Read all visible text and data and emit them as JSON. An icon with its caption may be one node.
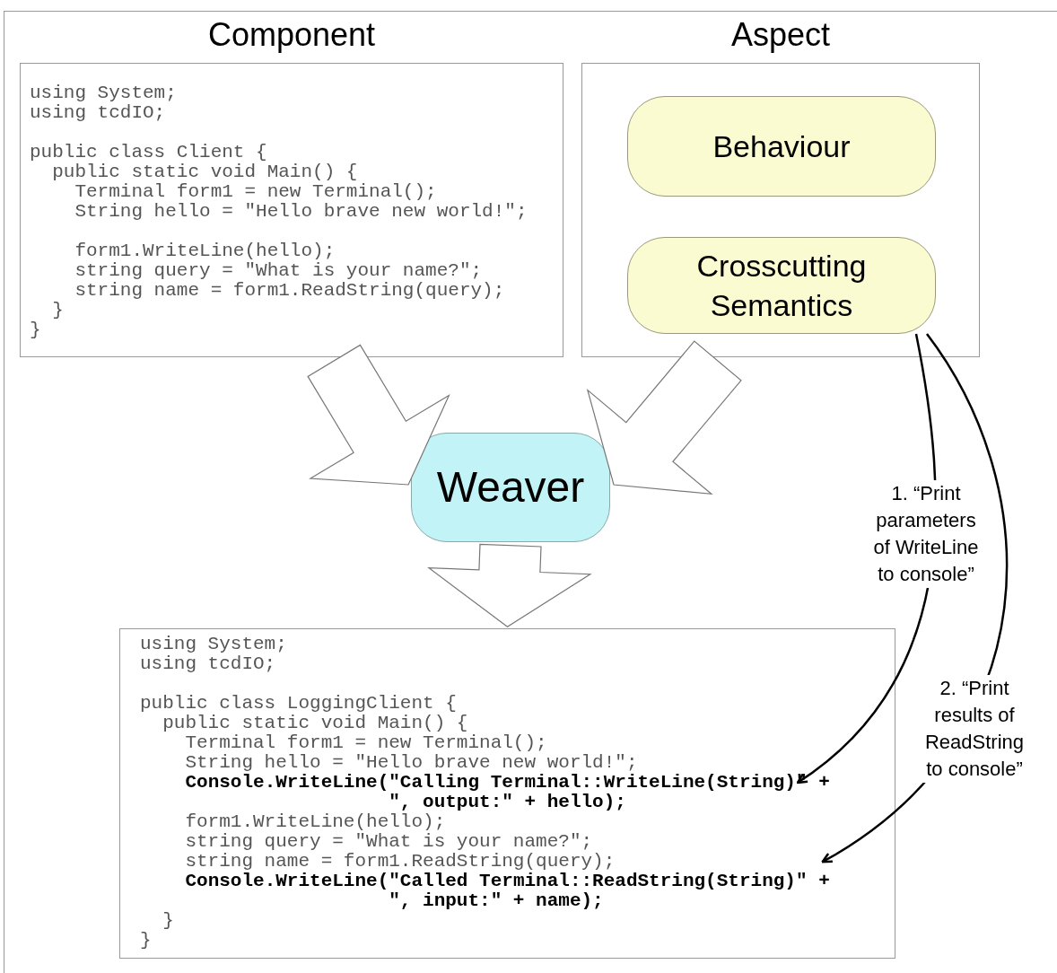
{
  "diagram": {
    "nodes": [
      {
        "text": [
          "Component",
          "using System;",
          "using tcdIO;",
          "public class Client {",
          "  public static void Main() {",
          "    Terminal form1 = new Terminal();",
          "    String hello = \"Hello brave new world!\";",
          "    form1.WriteLine(hello);",
          "    string query = \"What is your name?\";",
          "    string name = form1.ReadString(query);",
          "  }",
          "}"
        ]
      },
      {
        "text": [
          "Aspect"
        ]
      },
      {
        "text": [
          "Behaviour"
        ],
        "in": 1
      },
      {
        "text": [
          "Crosscutting Semantics"
        ],
        "in": 1
      },
      {
        "text": [
          "Weaver"
        ]
      },
      {
        "text": [
          "using System;",
          "using tcdIO;",
          "public class LoggingClient {",
          "  public static void Main() {",
          "    Terminal form1 = new Terminal();",
          "    String hello = \"Hello brave new world!\";",
          "    **Console.WriteLine(\"Calling Terminal::WriteLine(String)\" +**",
          "                      **\", output:\" + hello);**",
          "    form1.WriteLine(hello);",
          "    string query = \"What is your name?\";",
          "    string name = form1.ReadString(query);",
          "    **Console.WriteLine(\"Called Terminal::ReadString(String)\" +**",
          "                      **\", input:\" + name);**",
          "  }",
          "}"
        ]
      }
    ],
    "edges": [
      {
        "from": 0,
        "to": 4,
        "arrow": "to"
      },
      {
        "from": 1,
        "to": 4,
        "arrow": "to"
      },
      {
        "from": 4,
        "to": 5,
        "arrow": "to"
      },
      {
        "from": 3,
        "to": 5,
        "arrow": "to",
        "label": "1. “Print parameters of WriteLine to console”"
      },
      {
        "from": 3,
        "to": 5,
        "arrow": "to",
        "label": "2. “Print results of ReadString to console”"
      }
    ]
  }
}
